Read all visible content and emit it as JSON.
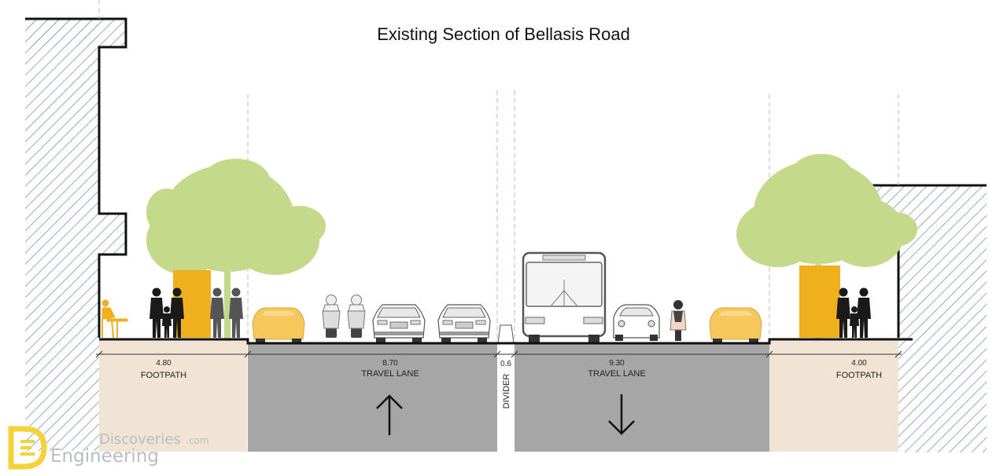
{
  "title": "Existing Section of Bellasis Road",
  "segments": [
    {
      "id": "left-footpath",
      "width": "4.80",
      "label": "FOOTPATH"
    },
    {
      "id": "travel-lane-up",
      "width": "8.70",
      "label": "TRAVEL LANE",
      "direction": "up"
    },
    {
      "id": "divider",
      "width": "0.6",
      "label": "DIVIDER"
    },
    {
      "id": "travel-lane-down",
      "width": "9.30",
      "label": "TRAVEL LANE",
      "direction": "down"
    },
    {
      "id": "right-footpath",
      "width": "4.00",
      "label": "FOOTPATH"
    }
  ],
  "colors": {
    "footpath": "#f2e4d5",
    "road": "#a6a6a6",
    "tree": "#c5d98a",
    "kiosk": "#f0b01e",
    "car": "#f6c75a",
    "building_hatch": "#9ba7c4"
  },
  "watermark": {
    "line1": "Discoveries",
    "line1_suffix": ".com",
    "line2": "Engineering"
  }
}
